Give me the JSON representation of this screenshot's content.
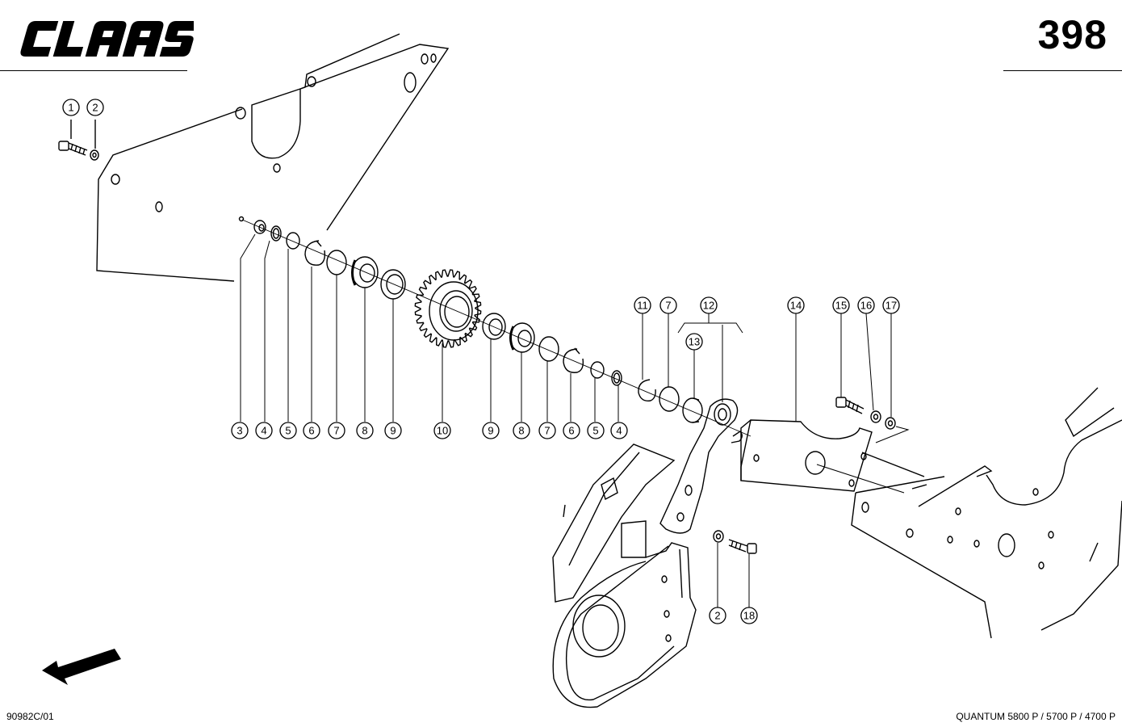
{
  "header": {
    "brand": "CLAAS",
    "page_number": "398"
  },
  "footer": {
    "drawing_code": "90982C/01",
    "models": "QUANTUM 5800 P / 5700 P / 4700 P"
  },
  "callouts_top_left": [
    "1",
    "2"
  ],
  "callouts_row1": [
    "3",
    "4",
    "5",
    "6",
    "7",
    "8",
    "9",
    "10",
    "9",
    "8",
    "7",
    "6",
    "5",
    "4"
  ],
  "callouts_upper_right": [
    "11",
    "7",
    "12",
    "13",
    "14",
    "15",
    "16",
    "17"
  ],
  "callouts_bottom": [
    "2",
    "18"
  ],
  "colors": {
    "ink": "#000000",
    "paper": "#ffffff"
  }
}
